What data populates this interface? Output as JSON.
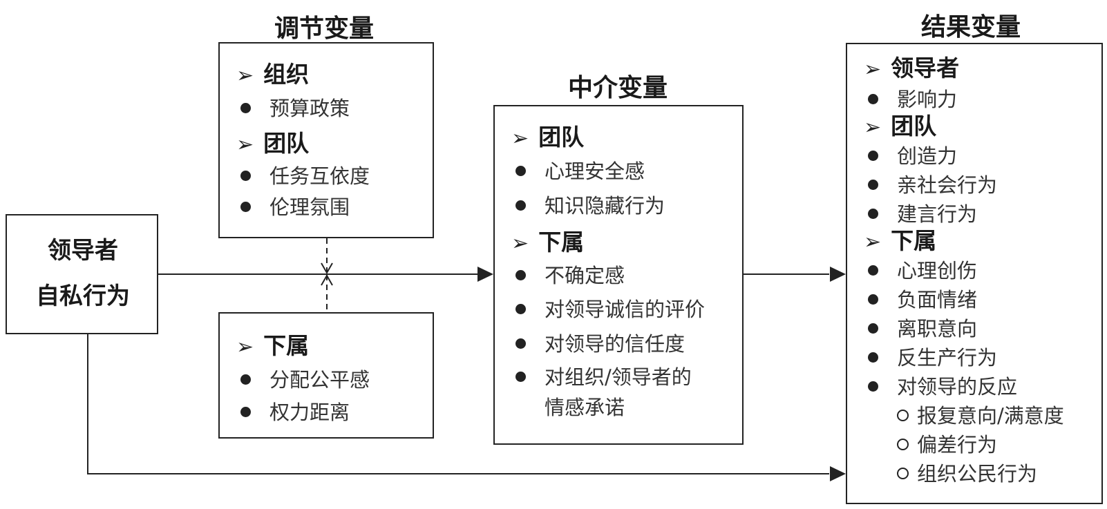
{
  "titles": {
    "moderator": "调节变量",
    "mediator": "中介变量",
    "outcome": "结果变量"
  },
  "leader_box": {
    "line1": "领导者",
    "line2": "自私行为"
  },
  "moderator_top": {
    "h1": "组织",
    "i1": "预算政策",
    "h2": "团队",
    "i2": "任务互依度",
    "i3": "伦理氛围"
  },
  "moderator_bottom": {
    "h1": "下属",
    "i1": "分配公平感",
    "i2": "权力距离"
  },
  "mediator": {
    "h1": "团队",
    "i1": "心理安全感",
    "i2": "知识隐藏行为",
    "h2": "下属",
    "i3": "不确定感",
    "i4": "对领导诚信的评价",
    "i5": "对领导的信任度",
    "i6a": "对组织/领导者的",
    "i6b": "情感承诺"
  },
  "outcome": {
    "h1": "领导者",
    "i1": "影响力",
    "h2": "团队",
    "i2": "创造力",
    "i3": "亲社会行为",
    "i4": "建言行为",
    "h3": "下属",
    "i5": "心理创伤",
    "i6": "负面情绪",
    "i7": "离职意向",
    "i8": "反生产行为",
    "i9": "对领导的反应",
    "s1": "报复意向/满意度",
    "s2": "偏差行为",
    "s3": "组织公民行为"
  },
  "icons": {
    "header_marker": "arrowhead-icon",
    "bullet": "filled-dot-icon",
    "sub_bullet": "hollow-circle-icon"
  },
  "colors": {
    "line": "#222222",
    "text": "#1a1a1a"
  }
}
